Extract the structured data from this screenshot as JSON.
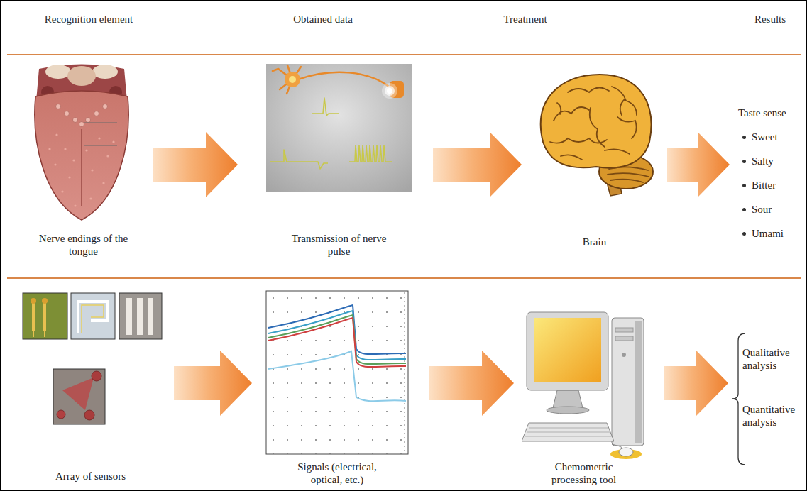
{
  "diagram": {
    "nodes": [
      {
        "text": [
          "Nerve endings of the tongue"
        ]
      },
      {
        "text": [
          "Transmission of nerve pulse"
        ]
      },
      {
        "text": [
          "Brain"
        ]
      },
      {
        "text": [
          "Taste sense",
          "Sweet",
          "Salty",
          "Bitter",
          "Sour",
          "Umami"
        ]
      },
      {
        "text": [
          "Array of sensors"
        ]
      },
      {
        "text": [
          "Signals (electrical, optical, etc.)"
        ]
      },
      {
        "text": [
          "Chemometric processing tool"
        ]
      },
      {
        "text": [
          "Qualitative analysis",
          "Quantitative analysis"
        ]
      }
    ],
    "edges": [
      {
        "from": 0,
        "to": 1,
        "arrow": "to"
      },
      {
        "from": 1,
        "to": 2,
        "arrow": "to"
      },
      {
        "from": 2,
        "to": 3,
        "arrow": "to"
      },
      {
        "from": 4,
        "to": 5,
        "arrow": "to"
      },
      {
        "from": 5,
        "to": 6,
        "arrow": "to"
      },
      {
        "from": 6,
        "to": 7,
        "arrow": "to"
      }
    ],
    "labels": [
      "Recognition element",
      "Obtained data",
      "Treatment",
      "Results"
    ]
  }
}
